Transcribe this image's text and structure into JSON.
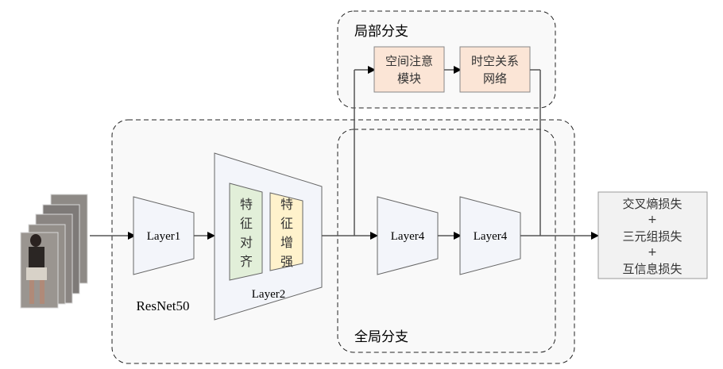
{
  "diagram": {
    "input": {
      "label": "",
      "frame_count": 5,
      "description": "pedestrian video frames"
    },
    "backbone": {
      "label": "ResNet50"
    },
    "layer1": {
      "label": "Layer1"
    },
    "layer2": {
      "label": "Layer2",
      "feature_align": {
        "chars": [
          "特",
          "征",
          "对",
          "齐"
        ],
        "color": "#e2efd9"
      },
      "feature_enhance": {
        "chars": [
          "特",
          "征",
          "增",
          "强"
        ],
        "color": "#fff2cc"
      }
    },
    "local_branch": {
      "label": "局部分支",
      "spatial_attention": {
        "line1": "空间注意",
        "line2": "模块",
        "color": "#fbe5d6"
      },
      "spatiotemporal": {
        "line1": "时空关系",
        "line2": "网络",
        "color": "#fbe5d6"
      }
    },
    "global_branch": {
      "label": "全局分支",
      "layer4a": {
        "label": "Layer4"
      },
      "layer4b": {
        "label": "Layer4"
      }
    },
    "loss": {
      "lines": [
        "交叉熵损失",
        "+",
        "三元组损失",
        "+",
        "互信息损失"
      ],
      "color": "#f2f2f2"
    },
    "colors": {
      "layer_fill": "#f3f5fa",
      "container_fill": "#f9f9f9",
      "line": "#555555"
    }
  }
}
